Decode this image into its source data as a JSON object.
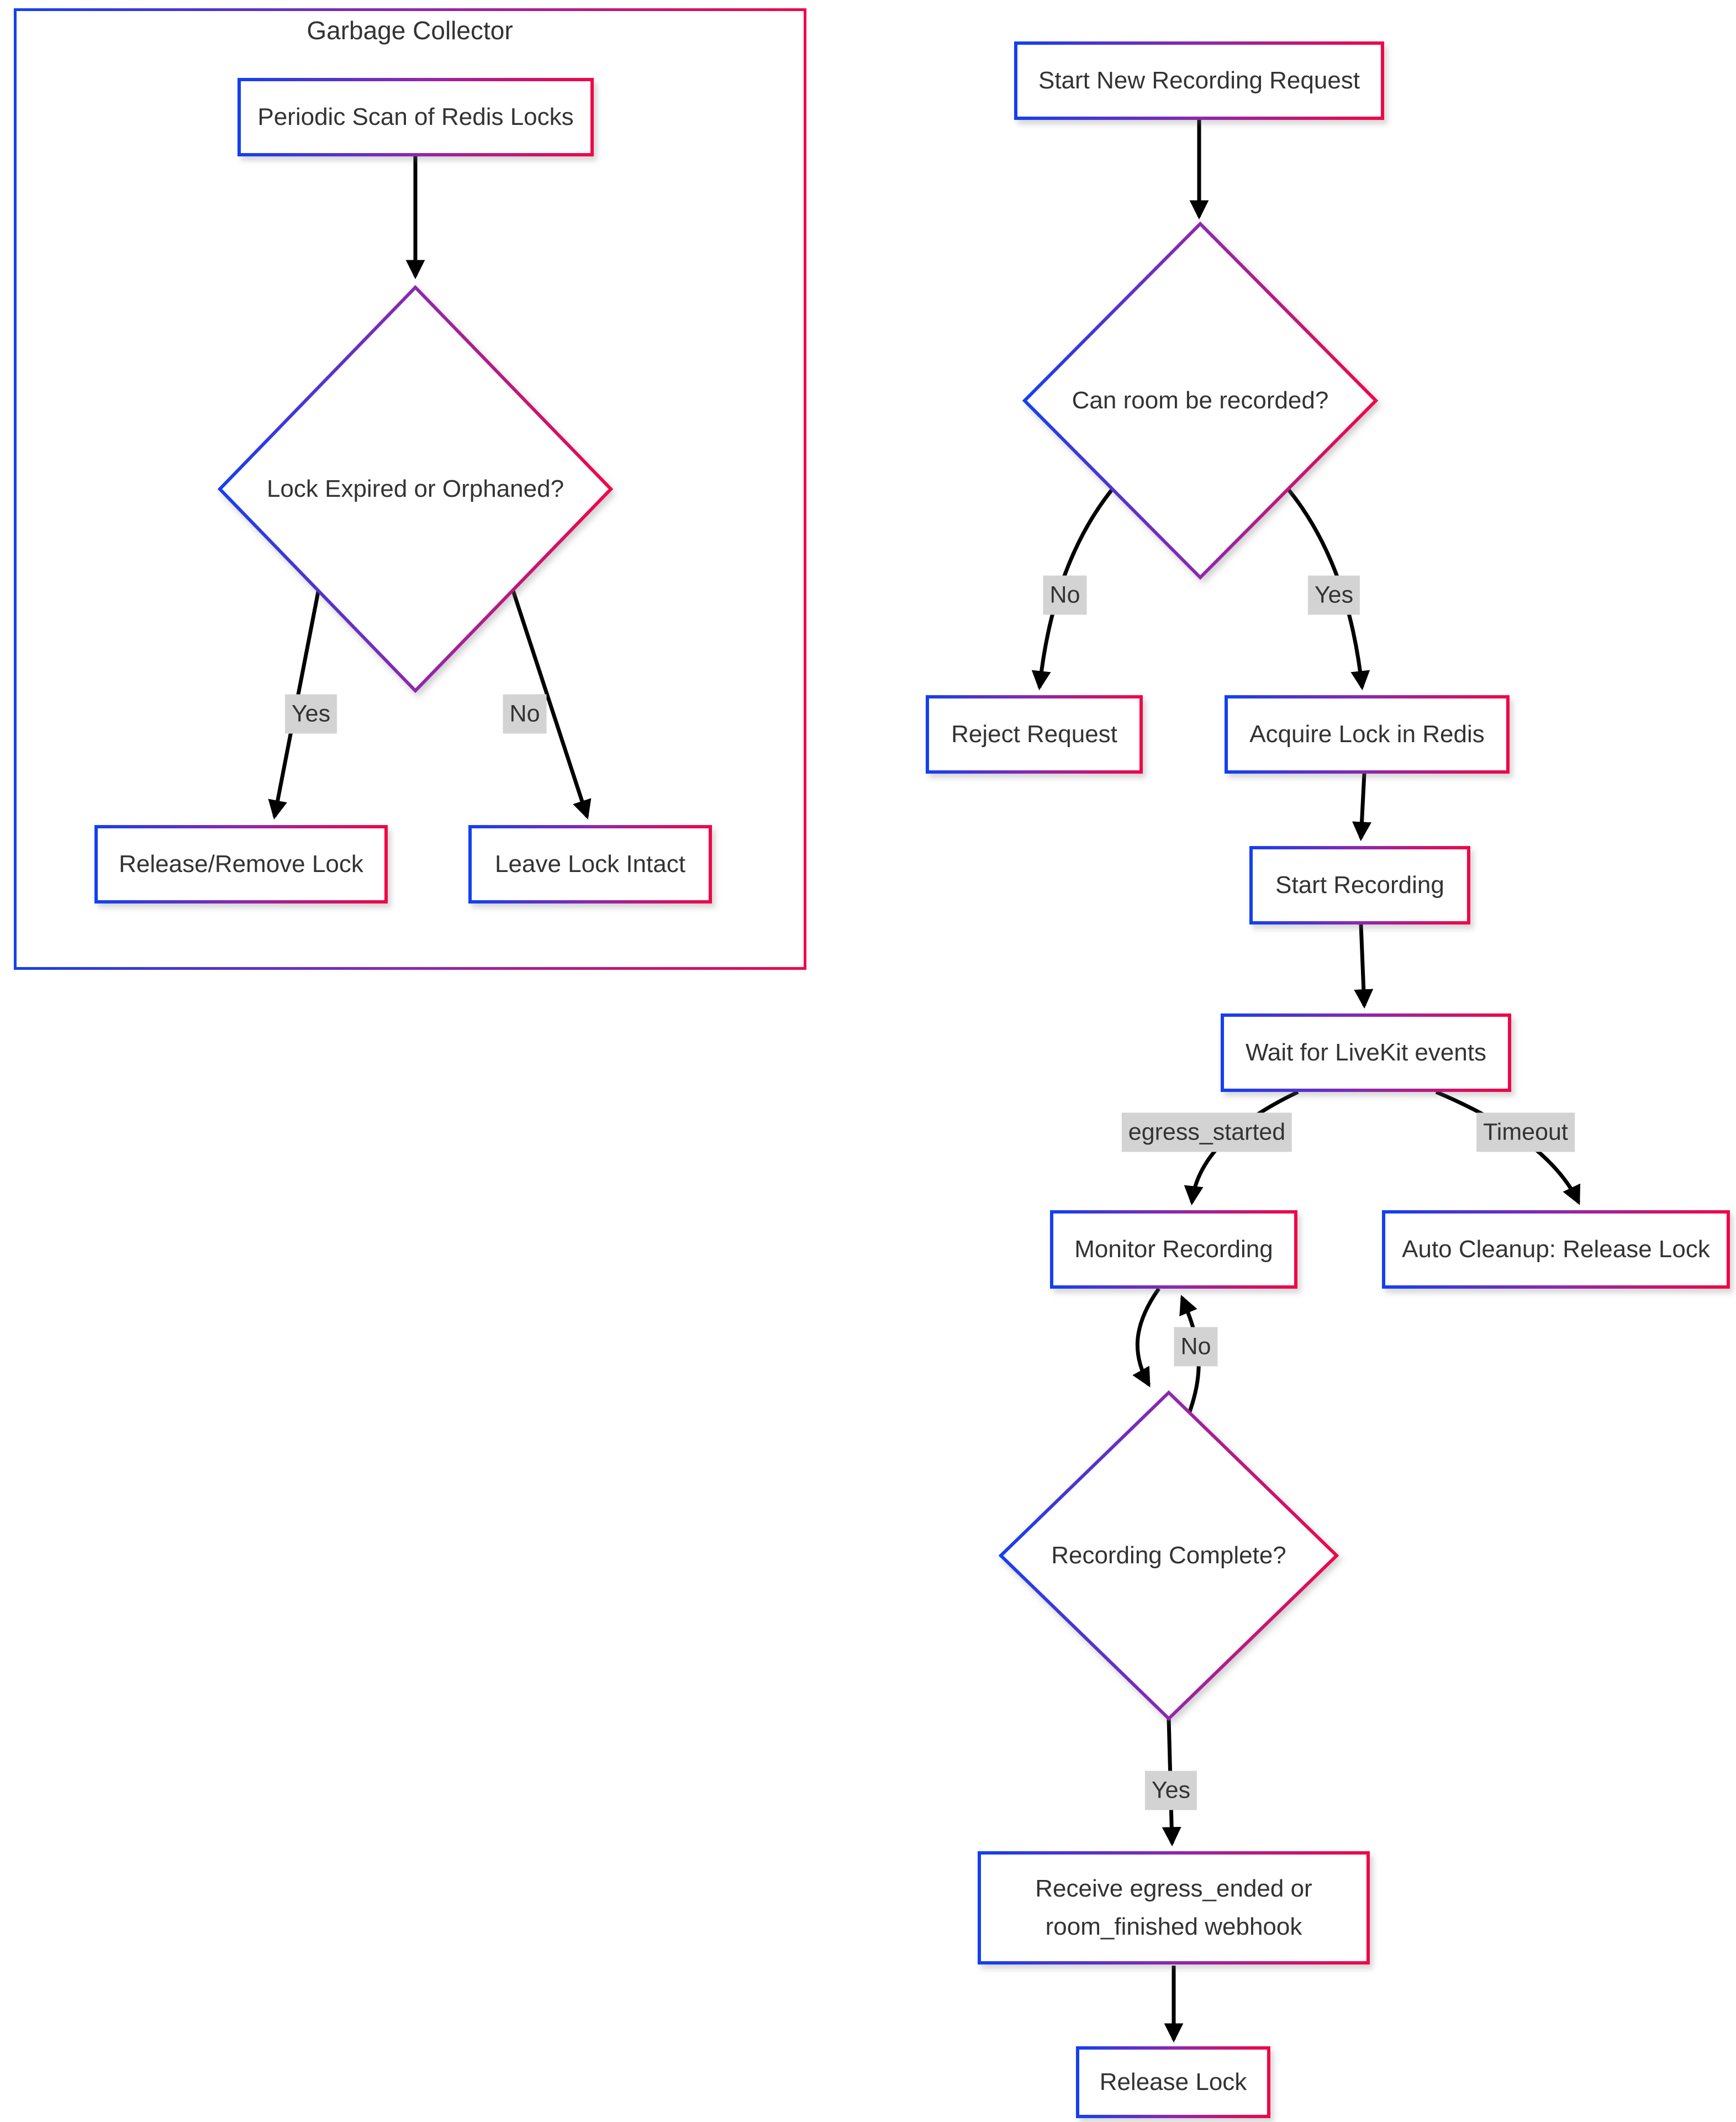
{
  "diagram": {
    "type": "flowchart",
    "subgraph": {
      "title": "Garbage Collector"
    },
    "nodes": {
      "periodic_scan": {
        "shape": "rect",
        "label": "Periodic Scan of Redis Locks"
      },
      "lock_expired": {
        "shape": "diamond",
        "label": "Lock Expired or Orphaned?"
      },
      "release_remove": {
        "shape": "rect",
        "label": "Release/Remove Lock"
      },
      "leave_intact": {
        "shape": "rect",
        "label": "Leave Lock Intact"
      },
      "start_request": {
        "shape": "rect",
        "label": "Start New Recording Request"
      },
      "can_record": {
        "shape": "diamond",
        "label": "Can room be recorded?"
      },
      "reject": {
        "shape": "rect",
        "label": "Reject Request"
      },
      "acquire_lock": {
        "shape": "rect",
        "label": "Acquire Lock in Redis"
      },
      "start_recording": {
        "shape": "rect",
        "label": "Start Recording"
      },
      "wait_events": {
        "shape": "rect",
        "label": "Wait for LiveKit events"
      },
      "monitor": {
        "shape": "rect",
        "label": "Monitor Recording"
      },
      "auto_cleanup": {
        "shape": "rect",
        "label": "Auto Cleanup: Release Lock"
      },
      "recording_complete": {
        "shape": "diamond",
        "label": "Recording Complete?"
      },
      "receive_webhook": {
        "shape": "rect",
        "line1": "Receive egress_ended or",
        "line2": "room_finished webhook"
      },
      "release_lock": {
        "shape": "rect",
        "label": "Release Lock"
      }
    },
    "edge_labels": {
      "gc_yes": "Yes",
      "gc_no": "No",
      "record_no": "No",
      "record_yes": "Yes",
      "egress_started": "egress_started",
      "timeout": "Timeout",
      "loop_no": "No",
      "complete_yes": "Yes"
    },
    "colors": {
      "gradient_start": "#1440f0",
      "gradient_mid": "#8d28ae",
      "gradient_end": "#f00747",
      "arrow": "#000000",
      "edge_label_bg": "#d3d3d3",
      "text": "#333333",
      "background": "#ffffff"
    }
  }
}
